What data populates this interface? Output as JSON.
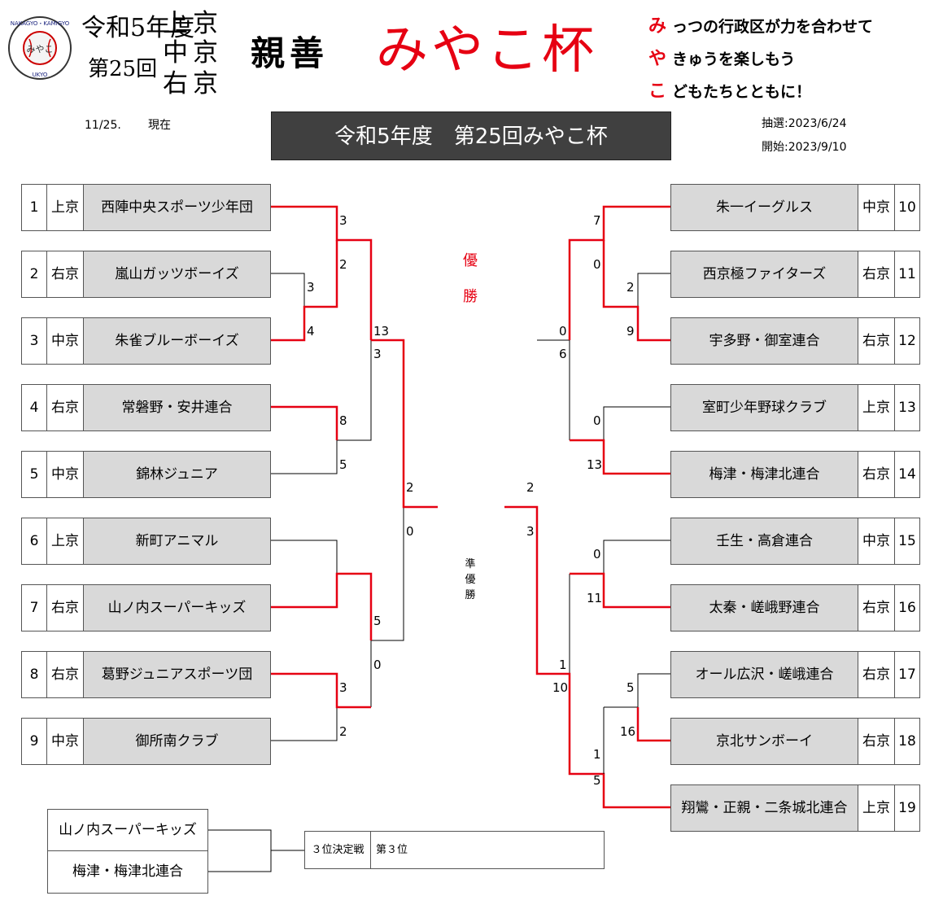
{
  "header": {
    "season": "令和5年度",
    "edition": "第25回",
    "wards": [
      "上京",
      "中京",
      "右京"
    ],
    "shinzen": "親善",
    "cup_name": "みやこ杯",
    "logo_text": "NAKAGYO・KAMIGYO・UKYO みやこ",
    "slogan": [
      {
        "initial": "み",
        "text": "っつの行政区が力を合わせて"
      },
      {
        "initial": "や",
        "text": "きゅうを楽しもう"
      },
      {
        "initial": "こ",
        "text": "どもたちとともに！"
      }
    ]
  },
  "status": {
    "date": "11/25.",
    "label": "現在"
  },
  "title_bar": "令和5年度　第25回みやこ杯",
  "dates": {
    "draw": "抽選:2023/6/24",
    "start": "開始:2023/9/10"
  },
  "champion_label": [
    "優",
    "勝"
  ],
  "runner_up_label": [
    "準",
    "優",
    "勝"
  ],
  "left_teams": [
    {
      "seed": "1",
      "ward": "上京",
      "name": "西陣中央スポーツ少年団"
    },
    {
      "seed": "2",
      "ward": "右京",
      "name": "嵐山ガッツボーイズ"
    },
    {
      "seed": "3",
      "ward": "中京",
      "name": "朱雀ブルーボーイズ"
    },
    {
      "seed": "4",
      "ward": "右京",
      "name": "常磐野・安井連合"
    },
    {
      "seed": "5",
      "ward": "中京",
      "name": "錦林ジュニア"
    },
    {
      "seed": "6",
      "ward": "上京",
      "name": "新町アニマル"
    },
    {
      "seed": "7",
      "ward": "右京",
      "name": "山ノ内スーパーキッズ"
    },
    {
      "seed": "8",
      "ward": "右京",
      "name": "葛野ジュニアスポーツ団"
    },
    {
      "seed": "9",
      "ward": "中京",
      "name": "御所南クラブ"
    }
  ],
  "right_teams": [
    {
      "seed": "10",
      "ward": "中京",
      "name": "朱一イーグルス"
    },
    {
      "seed": "11",
      "ward": "右京",
      "name": "西京極ファイターズ"
    },
    {
      "seed": "12",
      "ward": "右京",
      "name": "宇多野・御室連合"
    },
    {
      "seed": "13",
      "ward": "上京",
      "name": "室町少年野球クラブ"
    },
    {
      "seed": "14",
      "ward": "右京",
      "name": "梅津・梅津北連合"
    },
    {
      "seed": "15",
      "ward": "中京",
      "name": "壬生・高倉連合"
    },
    {
      "seed": "16",
      "ward": "右京",
      "name": "太秦・嵯峨野連合"
    },
    {
      "seed": "17",
      "ward": "右京",
      "name": "オール広沢・嵯峨連合"
    },
    {
      "seed": "18",
      "ward": "右京",
      "name": "京北サンボーイ"
    },
    {
      "seed": "19",
      "ward": "上京",
      "name": "翔鸞・正親・二条城北連合"
    }
  ],
  "scores": {
    "l_1v23": "3",
    "l_23_top": "2",
    "l_2v3_top": "3",
    "l_2v3_bot": "4",
    "l_4v5_top": "8",
    "l_4v5_bot": "5",
    "l_qf1_top": "13",
    "l_qf1_bot": "3",
    "l_6v7_stub": "5",
    "l_89_bot": "0",
    "l_8v9_top": "3",
    "l_8v9_bot": "2",
    "l_sf_top": "2",
    "l_sf_bot": "0",
    "r_10v1112_top": "7",
    "r_10v1112_bot": "0",
    "r_11v12_top": "2",
    "r_11v12_bot": "9",
    "r_qf1_top": "0",
    "r_qf1_bot": "6",
    "r_13v14_top": "0",
    "r_13v14_bot": "13",
    "r_sf_top": "2",
    "r_sf_bot": "3",
    "r_15v16_top": "0",
    "r_15v16_bot": "11",
    "r_qf2_top": "1",
    "r_qf2_bot": "10",
    "r_17v18_top": "5",
    "r_17v18_bot": "16",
    "r_1718v19_top": "1",
    "r_1718v19_bot": "5"
  },
  "third_place": {
    "teams": [
      "山ノ内スーパーキッズ",
      "梅津・梅津北連合"
    ],
    "match_label": "３位決定戦",
    "place_label": "第３位"
  },
  "colors": {
    "winner_line": "#e60012",
    "title_bar": "#404040",
    "team_fill": "#d9d9d9"
  }
}
